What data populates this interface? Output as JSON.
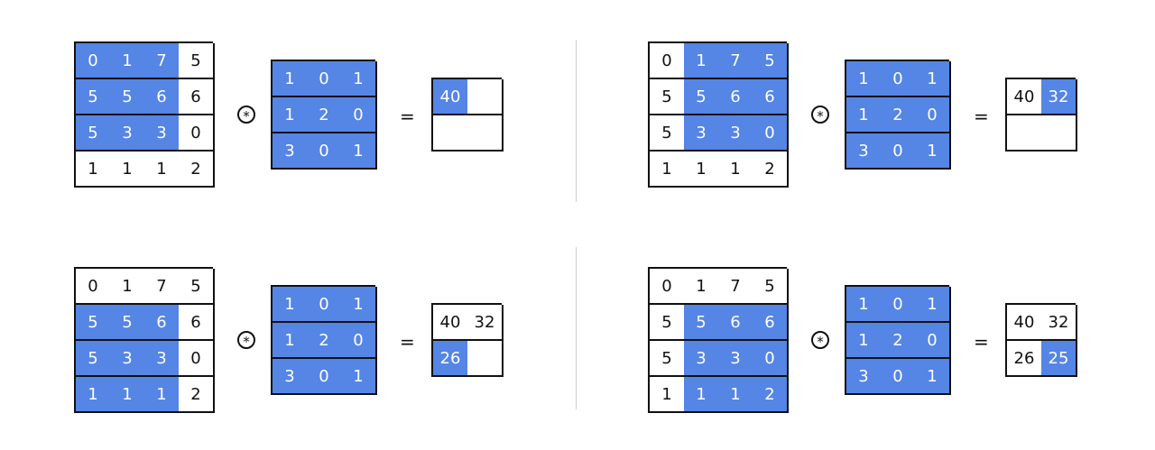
{
  "colors": {
    "highlight": "#5585e5",
    "border": "#111111",
    "divider": "#cfcfcf"
  },
  "operators": {
    "convolution": "*",
    "equals": "="
  },
  "kernel": [
    [
      1,
      0,
      1
    ],
    [
      1,
      2,
      0
    ],
    [
      3,
      0,
      1
    ]
  ],
  "panels": [
    {
      "input": [
        [
          0,
          1,
          7,
          5
        ],
        [
          5,
          5,
          6,
          6
        ],
        [
          5,
          3,
          3,
          0
        ],
        [
          1,
          1,
          1,
          2
        ]
      ],
      "input_window": {
        "row": 0,
        "col": 0
      },
      "output": [
        [
          "40",
          ""
        ],
        [
          "",
          ""
        ]
      ],
      "output_highlight": {
        "row": 0,
        "col": 0
      }
    },
    {
      "input": [
        [
          0,
          1,
          7,
          5
        ],
        [
          5,
          5,
          6,
          6
        ],
        [
          5,
          3,
          3,
          0
        ],
        [
          1,
          1,
          1,
          2
        ]
      ],
      "input_window": {
        "row": 0,
        "col": 1
      },
      "output": [
        [
          "40",
          "32"
        ],
        [
          "",
          ""
        ]
      ],
      "output_highlight": {
        "row": 0,
        "col": 1
      }
    },
    {
      "input": [
        [
          0,
          1,
          7,
          5
        ],
        [
          5,
          5,
          6,
          6
        ],
        [
          5,
          3,
          3,
          0
        ],
        [
          1,
          1,
          1,
          2
        ]
      ],
      "input_window": {
        "row": 1,
        "col": 0
      },
      "output": [
        [
          "40",
          "32"
        ],
        [
          "26",
          ""
        ]
      ],
      "output_highlight": {
        "row": 1,
        "col": 0
      }
    },
    {
      "input": [
        [
          0,
          1,
          7,
          5
        ],
        [
          5,
          5,
          6,
          6
        ],
        [
          5,
          3,
          3,
          0
        ],
        [
          1,
          1,
          1,
          2
        ]
      ],
      "input_window": {
        "row": 1,
        "col": 1
      },
      "output": [
        [
          "40",
          "32"
        ],
        [
          "26",
          "25"
        ]
      ],
      "output_highlight": {
        "row": 1,
        "col": 1
      }
    }
  ]
}
